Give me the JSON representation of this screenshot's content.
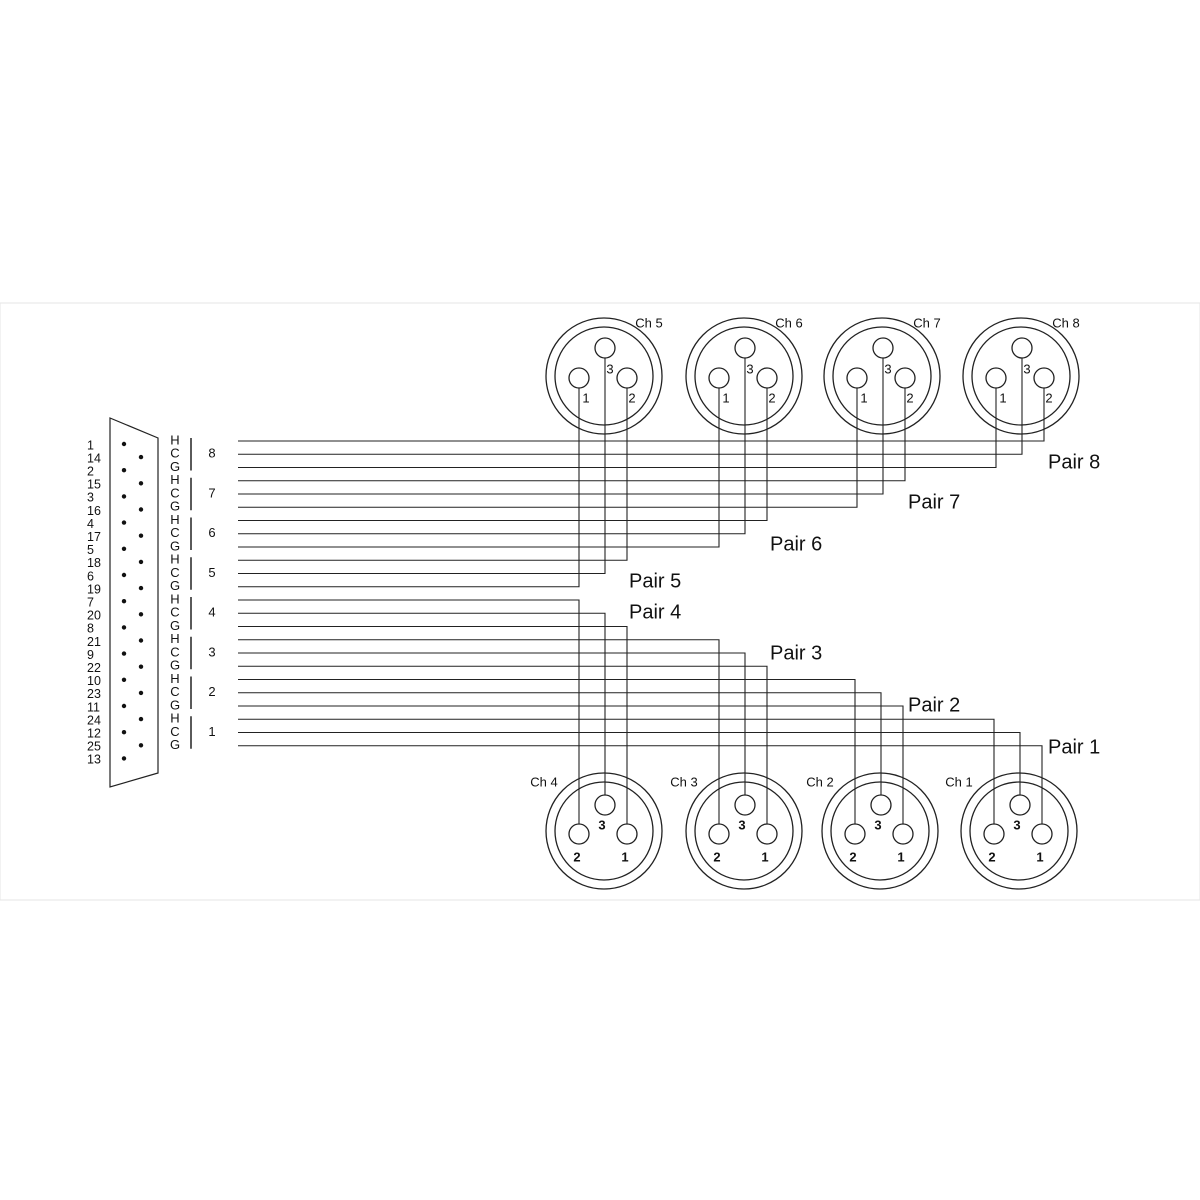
{
  "db25": {
    "pin_labels": [
      "1",
      "14",
      "2",
      "15",
      "3",
      "16",
      "4",
      "17",
      "5",
      "18",
      "6",
      "19",
      "7",
      "20",
      "8",
      "21",
      "9",
      "22",
      "10",
      "23",
      "11",
      "24",
      "12",
      "25",
      "13"
    ]
  },
  "wires": {
    "signal_labels": [
      "H",
      "C",
      "G",
      "H",
      "C",
      "G",
      "H",
      "C",
      "G",
      "H",
      "C",
      "G",
      "H",
      "C",
      "G",
      "H",
      "C",
      "G",
      "H",
      "C",
      "G",
      "H",
      "C",
      "G"
    ],
    "pair_numbers": [
      "8",
      "7",
      "6",
      "5",
      "4",
      "3",
      "2",
      "1"
    ]
  },
  "pairs": {
    "top": [
      "Pair 8",
      "Pair 7",
      "Pair 6",
      "Pair 5"
    ],
    "bottom": [
      "Pair 4",
      "Pair 3",
      "Pair 2",
      "Pair 1"
    ]
  },
  "connectors": {
    "top": [
      {
        "label": "Ch 5",
        "pins": [
          "1",
          "3",
          "2"
        ]
      },
      {
        "label": "Ch 6",
        "pins": [
          "1",
          "3",
          "2"
        ]
      },
      {
        "label": "Ch 7",
        "pins": [
          "1",
          "3",
          "2"
        ]
      },
      {
        "label": "Ch 8",
        "pins": [
          "1",
          "3",
          "2"
        ]
      }
    ],
    "bottom": [
      {
        "label": "Ch 4",
        "pins": [
          "2",
          "3",
          "1"
        ]
      },
      {
        "label": "Ch 3",
        "pins": [
          "2",
          "3",
          "1"
        ]
      },
      {
        "label": "Ch 2",
        "pins": [
          "2",
          "3",
          "1"
        ]
      },
      {
        "label": "Ch 1",
        "pins": [
          "2",
          "3",
          "1"
        ]
      }
    ]
  }
}
